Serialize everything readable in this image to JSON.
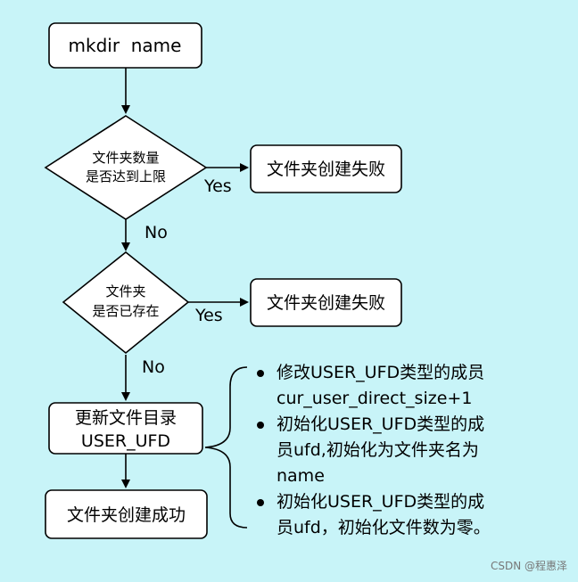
{
  "start": {
    "label": "mkdir  name"
  },
  "decision1": {
    "line1": "文件夹数量",
    "line2": "是否达到上限",
    "yes_label": "Yes",
    "no_label": "No"
  },
  "fail1": {
    "label": "文件夹创建失败"
  },
  "decision2": {
    "line1": "文件夹",
    "line2": "是否已存在",
    "yes_label": "Yes",
    "no_label": "No"
  },
  "fail2": {
    "label": "文件夹创建失败"
  },
  "update": {
    "line1": "更新文件目录",
    "line2": "USER_UFD"
  },
  "success": {
    "label": "文件夹创建成功"
  },
  "notes": [
    {
      "lines": [
        "修改USER_UFD类型的成员",
        "cur_user_direct_size+1"
      ]
    },
    {
      "lines": [
        "初始化USER_UFD类型的成",
        "员ufd,初始化为文件夹名为",
        "name"
      ]
    },
    {
      "lines": [
        "初始化USER_UFD类型的成",
        "员ufd，初始化文件数为零。"
      ]
    }
  ],
  "watermark": "CSDN @程惠泽"
}
